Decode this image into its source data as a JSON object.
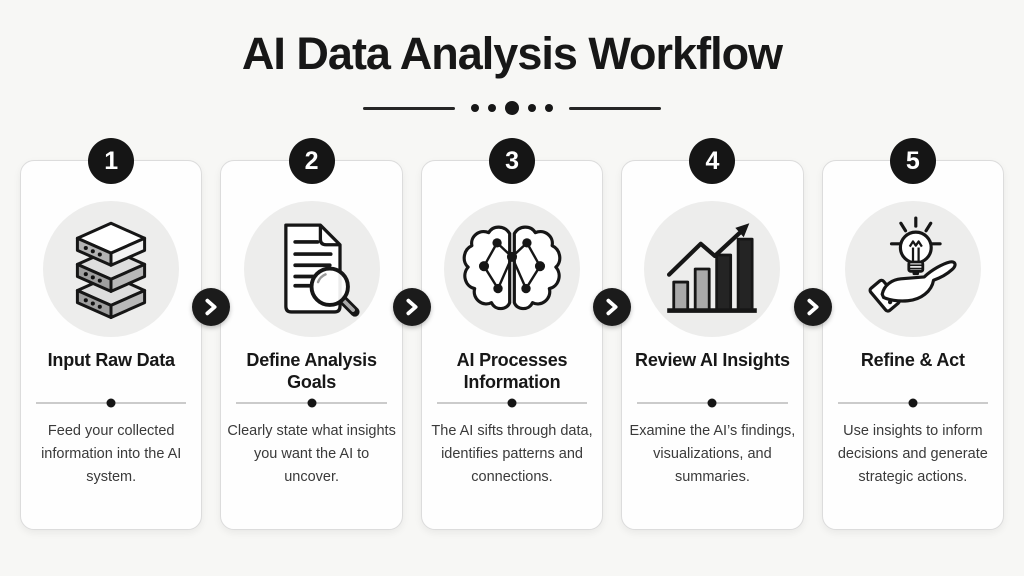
{
  "header": {
    "title": "AI Data Analysis Workflow"
  },
  "steps": [
    {
      "number": "1",
      "title": "Input Raw Data",
      "description": "Feed your collected information into the AI system.",
      "icon": "server-stack-icon"
    },
    {
      "number": "2",
      "title": "Define Analysis Goals",
      "description": "Clearly state what insights you want the AI to uncover.",
      "icon": "document-magnifier-icon"
    },
    {
      "number": "3",
      "title": "AI Processes Information",
      "description": "The AI sifts through data, identifies patterns and connections.",
      "icon": "brain-network-icon"
    },
    {
      "number": "4",
      "title": "Review AI Insights",
      "description": "Examine the AI’s findings, visualizations, and summaries.",
      "icon": "bar-chart-arrow-icon"
    },
    {
      "number": "5",
      "title": "Refine & Act",
      "description": "Use insights to inform decisions and generate strategic actions.",
      "icon": "lightbulb-hand-icon"
    }
  ],
  "connector": {
    "name": "chevron-right-icon",
    "glyph": "❯",
    "count": 4
  },
  "colors": {
    "background": "#f7f7f5",
    "card_bg": "#fefefe",
    "card_border": "#dcdcdc",
    "accent_black": "#1b1b1b",
    "icon_circle_bg": "#ededec",
    "divider_line": "#cbcbcb",
    "title_text": "#171717",
    "body_text": "#3a3a3a"
  }
}
